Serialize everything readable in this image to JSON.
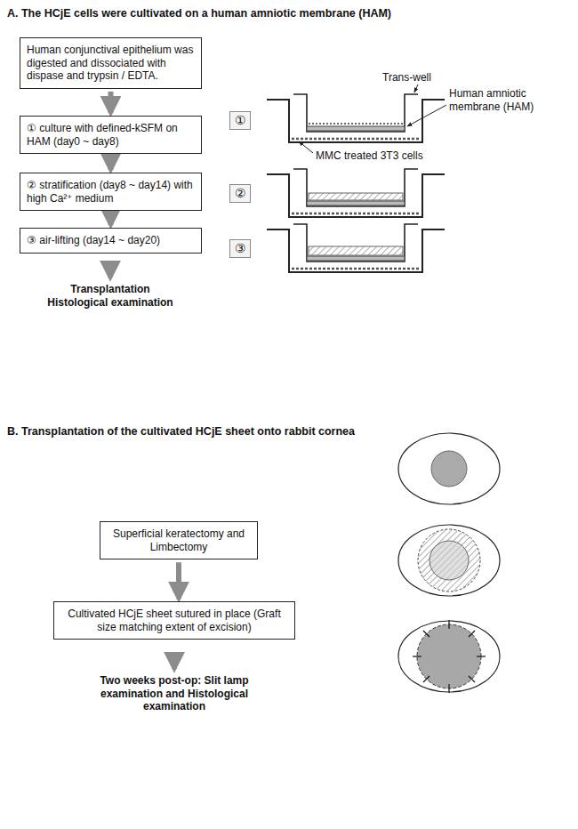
{
  "diagram": {
    "nodes": [
      {
        "text": [
          "Human conjunctival epithelium was digested and dissociated with dispase and trypsin / EDTA."
        ]
      },
      {
        "text": [
          "① culture with defined-kSFM on HAM (day0 ~ day8)"
        ]
      },
      {
        "text": [
          "② stratification (day8 ~ day14) with high Ca²⁺ medium"
        ]
      },
      {
        "text": [
          "③ air-lifting (day14 ~ day20)"
        ]
      },
      {
        "text": [
          "①"
        ]
      },
      {
        "text": [
          "②"
        ]
      },
      {
        "text": [
          "③"
        ]
      },
      {
        "text": [
          "Superficial keratectomy and Limbectomy"
        ]
      },
      {
        "text": [
          "Cultivated HCjE sheet sutured in place (Graft size matching extent of excision)"
        ]
      }
    ],
    "edges": [
      {
        "from": 0,
        "to": 1,
        "arrow": "to"
      },
      {
        "from": 1,
        "to": 2,
        "arrow": "to"
      },
      {
        "from": 2,
        "to": 3,
        "arrow": "to"
      },
      {
        "from": 7,
        "to": 8,
        "arrow": "to"
      }
    ],
    "labels": [
      "A. The HCjE cells were cultivated on a human amniotic membrane (HAM)",
      "Trans-well",
      "Human amniotic membrane (HAM)",
      "MMC treated 3T3 cells",
      "Transplantation Histological examination",
      "B. Transplantation of the cultivated HCjE sheet onto rabbit cornea",
      "Two weeks post-op: Slit lamp examination and Histological examination"
    ]
  }
}
